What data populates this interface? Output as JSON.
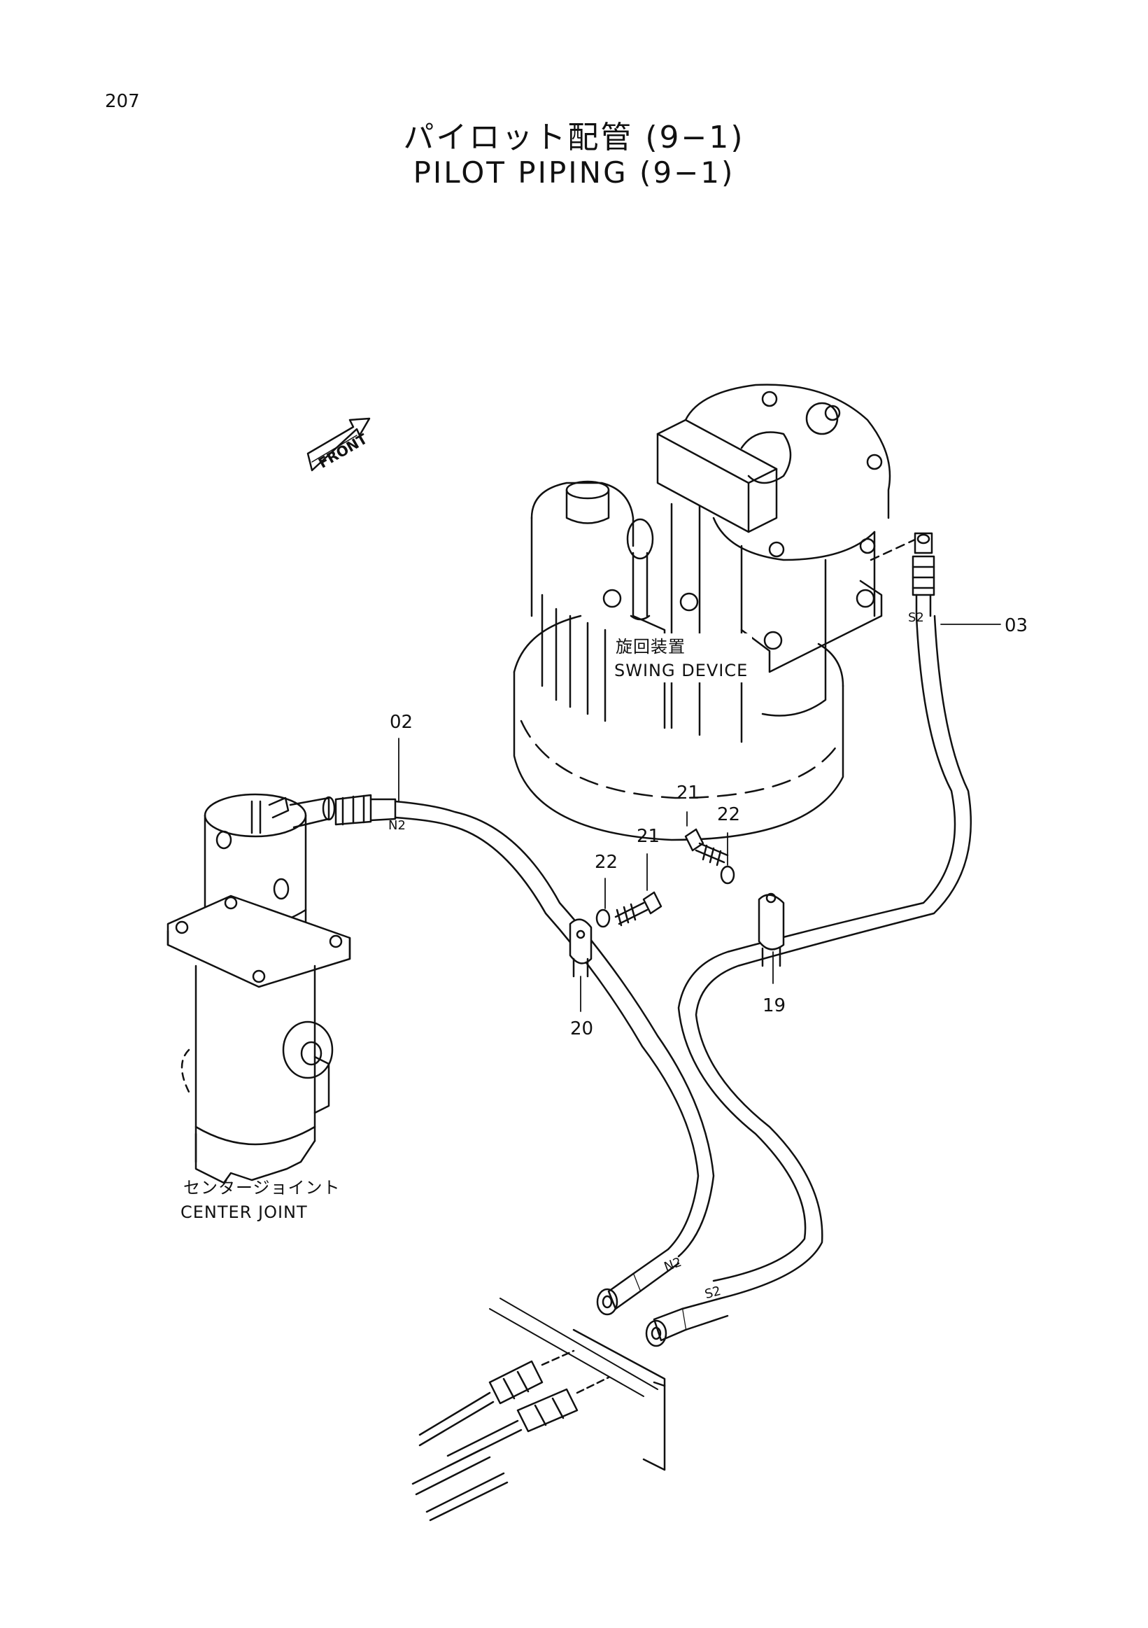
{
  "page_number": "207",
  "title_jp": "パイロット配管 (9−1)",
  "title_en": "PILOT PIPING (9−1)",
  "front_label": "FRONT",
  "components": {
    "swing_device": {
      "label_jp": "旋回装置",
      "label_en": "SWING DEVICE"
    },
    "center_joint": {
      "label_jp": "センタージョイント",
      "label_en": "CENTER JOINT"
    }
  },
  "callouts": {
    "c02": "02",
    "c03": "03",
    "c19": "19",
    "c20": "20",
    "c21a": "21",
    "c21b": "21",
    "c22a": "22",
    "c22b": "22"
  },
  "port_codes": {
    "n2_top": "N2",
    "n2_bottom": "N2",
    "s2_top": "S2",
    "s2_bottom": "S2"
  }
}
